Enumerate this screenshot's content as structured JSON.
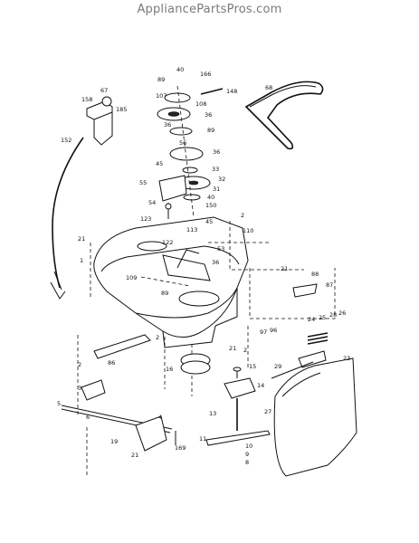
{
  "watermark": "AppliancePartsPros.com",
  "callouts": [
    {
      "id": "c40",
      "text": "40"
    },
    {
      "id": "c166",
      "text": "166"
    },
    {
      "id": "c89a",
      "text": "89"
    },
    {
      "id": "c148",
      "text": "148"
    },
    {
      "id": "c67",
      "text": "67"
    },
    {
      "id": "c107",
      "text": "107"
    },
    {
      "id": "c108",
      "text": "108"
    },
    {
      "id": "c68",
      "text": "68"
    },
    {
      "id": "c158",
      "text": "158"
    },
    {
      "id": "c185",
      "text": "185"
    },
    {
      "id": "c36a",
      "text": "36"
    },
    {
      "id": "c36b",
      "text": "36"
    },
    {
      "id": "c89b",
      "text": "89"
    },
    {
      "id": "c152",
      "text": "152"
    },
    {
      "id": "c56",
      "text": "56"
    },
    {
      "id": "c36c",
      "text": "36"
    },
    {
      "id": "c45a",
      "text": "45"
    },
    {
      "id": "c33",
      "text": "33"
    },
    {
      "id": "c32",
      "text": "32"
    },
    {
      "id": "c55",
      "text": "55"
    },
    {
      "id": "c31",
      "text": "31"
    },
    {
      "id": "c40b",
      "text": "40"
    },
    {
      "id": "c54",
      "text": "54"
    },
    {
      "id": "c150",
      "text": "150"
    },
    {
      "id": "c2a",
      "text": "2"
    },
    {
      "id": "c123",
      "text": "123"
    },
    {
      "id": "c45b",
      "text": "45"
    },
    {
      "id": "c113",
      "text": "113"
    },
    {
      "id": "c110",
      "text": "110"
    },
    {
      "id": "c21a",
      "text": "21"
    },
    {
      "id": "c122",
      "text": "122"
    },
    {
      "id": "c53",
      "text": "53"
    },
    {
      "id": "c1",
      "text": "1"
    },
    {
      "id": "c36d",
      "text": "36"
    },
    {
      "id": "c21b",
      "text": "21"
    },
    {
      "id": "c88",
      "text": "88"
    },
    {
      "id": "c109",
      "text": "109"
    },
    {
      "id": "c89c",
      "text": "89"
    },
    {
      "id": "c87",
      "text": "87"
    },
    {
      "id": "c24",
      "text": "24"
    },
    {
      "id": "c25",
      "text": "25"
    },
    {
      "id": "c28",
      "text": "28"
    },
    {
      "id": "c26",
      "text": "26"
    },
    {
      "id": "c97",
      "text": "97"
    },
    {
      "id": "c96",
      "text": "96"
    },
    {
      "id": "c2b",
      "text": "2"
    },
    {
      "id": "c21c",
      "text": "21"
    },
    {
      "id": "c2c",
      "text": "2"
    },
    {
      "id": "c23",
      "text": "23"
    },
    {
      "id": "c86",
      "text": "86"
    },
    {
      "id": "c2d",
      "text": "2"
    },
    {
      "id": "c16",
      "text": "16"
    },
    {
      "id": "c15",
      "text": "15"
    },
    {
      "id": "c29",
      "text": "29"
    },
    {
      "id": "c3",
      "text": "3"
    },
    {
      "id": "c14",
      "text": "14"
    },
    {
      "id": "c5",
      "text": "5"
    },
    {
      "id": "c6",
      "text": "6"
    },
    {
      "id": "c13",
      "text": "13"
    },
    {
      "id": "c27",
      "text": "27"
    },
    {
      "id": "c4",
      "text": "4"
    },
    {
      "id": "c19",
      "text": "19"
    },
    {
      "id": "c11",
      "text": "11"
    },
    {
      "id": "c10",
      "text": "10"
    },
    {
      "id": "c21d",
      "text": "21"
    },
    {
      "id": "c169",
      "text": "169"
    },
    {
      "id": "c9",
      "text": "9"
    },
    {
      "id": "c8",
      "text": "8"
    }
  ]
}
